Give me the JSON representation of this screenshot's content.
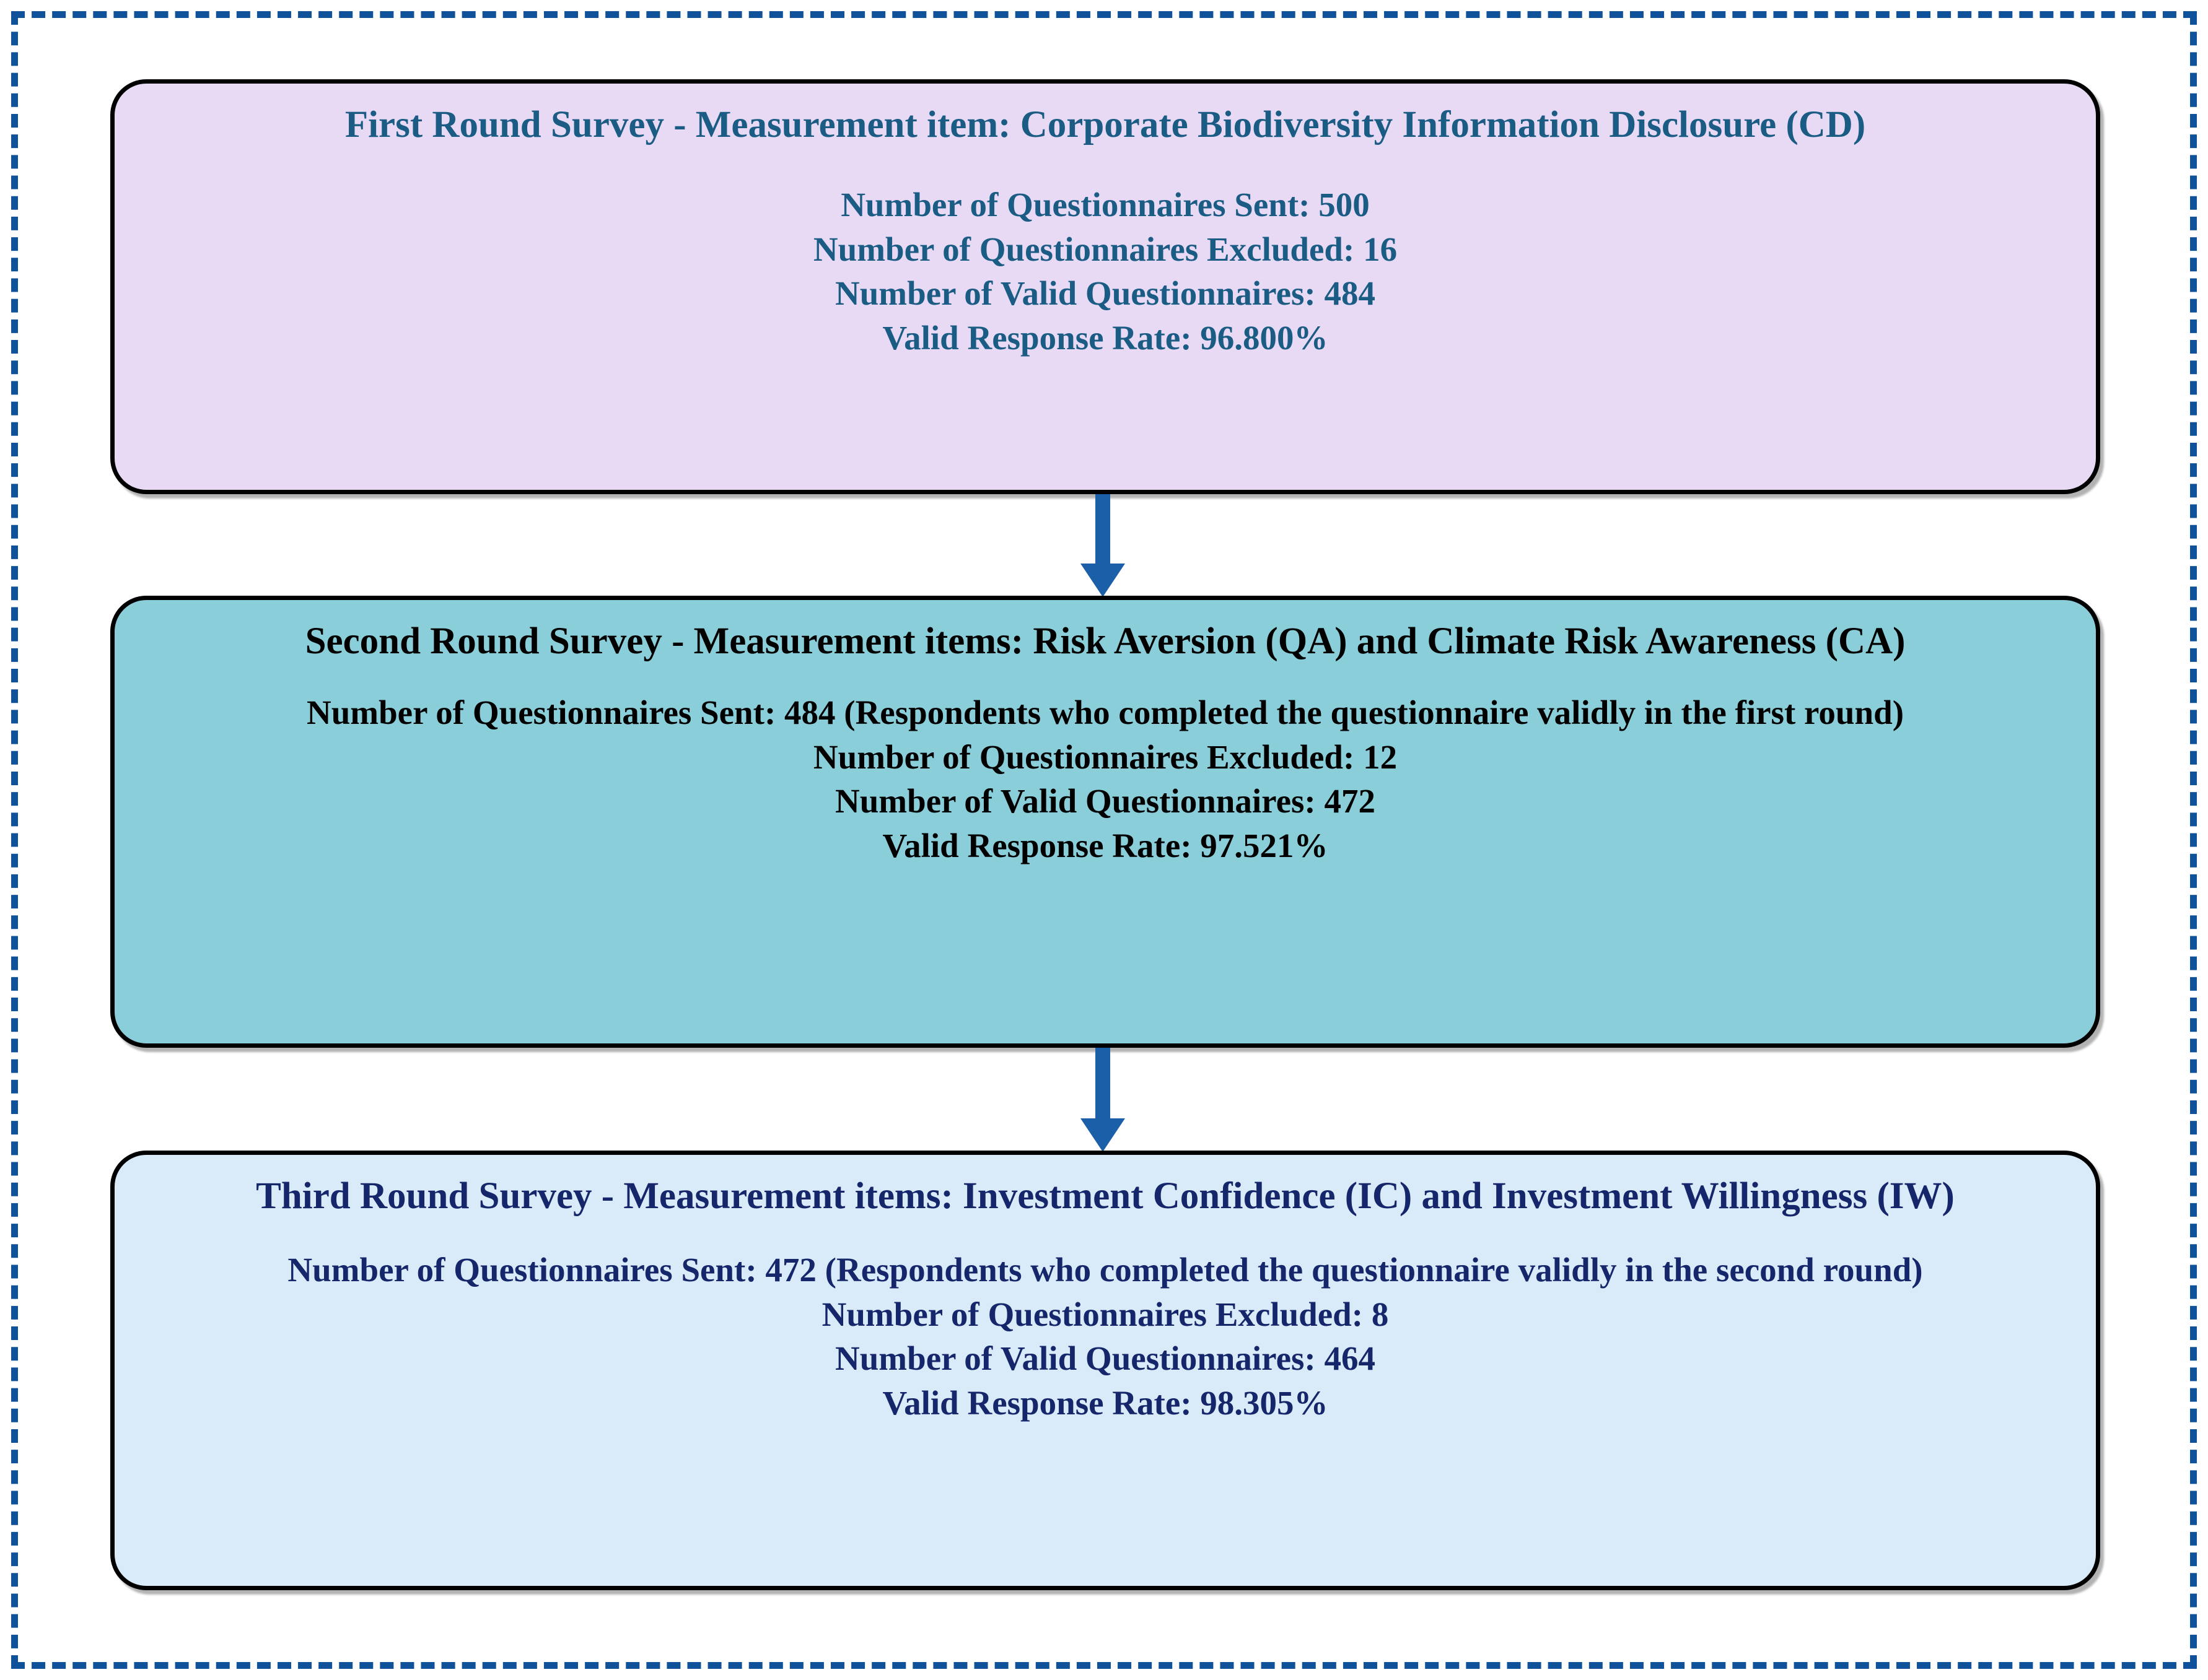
{
  "figure": {
    "type": "flowchart",
    "orientation": "vertical",
    "frame_style": "dashed",
    "colors": {
      "frame_border": "#10529A",
      "arrow": "#1A5FA8",
      "box1_fill": "#E8DAF5",
      "box1_text": "#1B5C84",
      "box2_fill": "#8ACEDA",
      "box2_text": "#000000",
      "box3_fill": "#D9EAF8",
      "box3_text": "#15266B",
      "box_border": "#000000"
    }
  },
  "boxes": [
    {
      "id": "first-round",
      "title": "First Round Survey - Measurement item: Corporate Biodiversity Information Disclosure (CD)",
      "lines": [
        "Number of Questionnaires  Sent:  500",
        "Number of Questionnaires  Excluded: 16",
        "Number of Valid Questionnaires: 484",
        "Valid Response Rate: 96.800%"
      ],
      "metrics": {
        "sent": 500,
        "excluded": 16,
        "valid": 484,
        "valid_response_rate": "96.800%"
      },
      "measurement_items": [
        "Corporate Biodiversity Information Disclosure (CD)"
      ]
    },
    {
      "id": "second-round",
      "title": "Second Round Survey - Measurement items: Risk Aversion (QA) and Climate Risk Awareness (CA)",
      "lines": [
        "Number of Questionnaires  Sent: 484 (Respondents who completed the questionnaire validly in the first round)",
        "Number of Questionnaires  Excluded: 12",
        "Number of Valid Questionnaires: 472",
        "Valid Response Rate: 97.521%"
      ],
      "metrics": {
        "sent": 484,
        "excluded": 12,
        "valid": 472,
        "valid_response_rate": "97.521%"
      },
      "measurement_items": [
        "Risk Aversion (QA)",
        "Climate Risk Awareness (CA)"
      ]
    },
    {
      "id": "third-round",
      "title": "Third Round Survey - Measurement items: Investment Confidence (IC) and Investment Willingness (IW)",
      "lines": [
        "Number of Questionnaires  Sent: 472 (Respondents who completed the questionnaire validly in the second round)",
        "Number of Questionnaires  Excluded: 8",
        "Number of Valid Questionnaires: 464",
        "Valid Response Rate: 98.305%"
      ],
      "metrics": {
        "sent": 472,
        "excluded": 8,
        "valid": 464,
        "valid_response_rate": "98.305%"
      },
      "measurement_items": [
        "Investment Confidence (IC)",
        "Investment Willingness (IW)"
      ]
    }
  ],
  "arrows": [
    {
      "id": "arrow-first-to-second",
      "from": "first-round",
      "to": "second-round",
      "direction": "down"
    },
    {
      "id": "arrow-second-to-third",
      "from": "second-round",
      "to": "third-round",
      "direction": "down"
    }
  ]
}
